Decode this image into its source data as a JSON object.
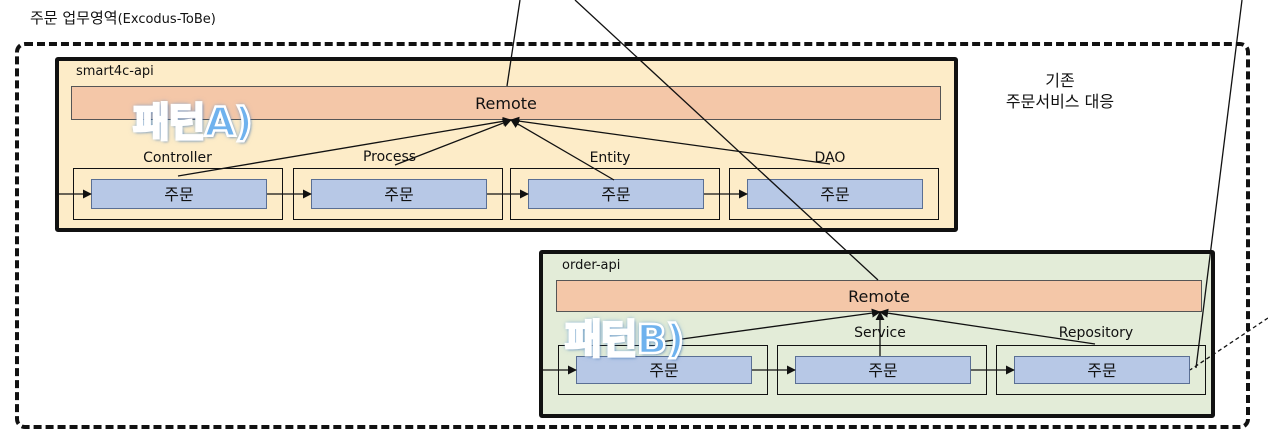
{
  "title": {
    "main": "주문 업무영역",
    "sub": "(Excodus-ToBe)"
  },
  "smart4c": {
    "name": "smart4c-api",
    "remote": "Remote",
    "pattern": "패턴A)",
    "layers": [
      {
        "label": "Controller",
        "item": "주문"
      },
      {
        "label": "Process",
        "item": "주문"
      },
      {
        "label": "Entity",
        "item": "주문"
      },
      {
        "label": "DAO",
        "item": "주문"
      }
    ]
  },
  "order_api": {
    "name": "order-api",
    "remote": "Remote",
    "pattern": "패턴B)",
    "layers": [
      {
        "label": "",
        "item": "주문"
      },
      {
        "label": "Service",
        "item": "주문"
      },
      {
        "label": "Repository",
        "item": "주문"
      }
    ]
  },
  "note": {
    "line1": "기존",
    "line2": "주문서비스 대응"
  }
}
